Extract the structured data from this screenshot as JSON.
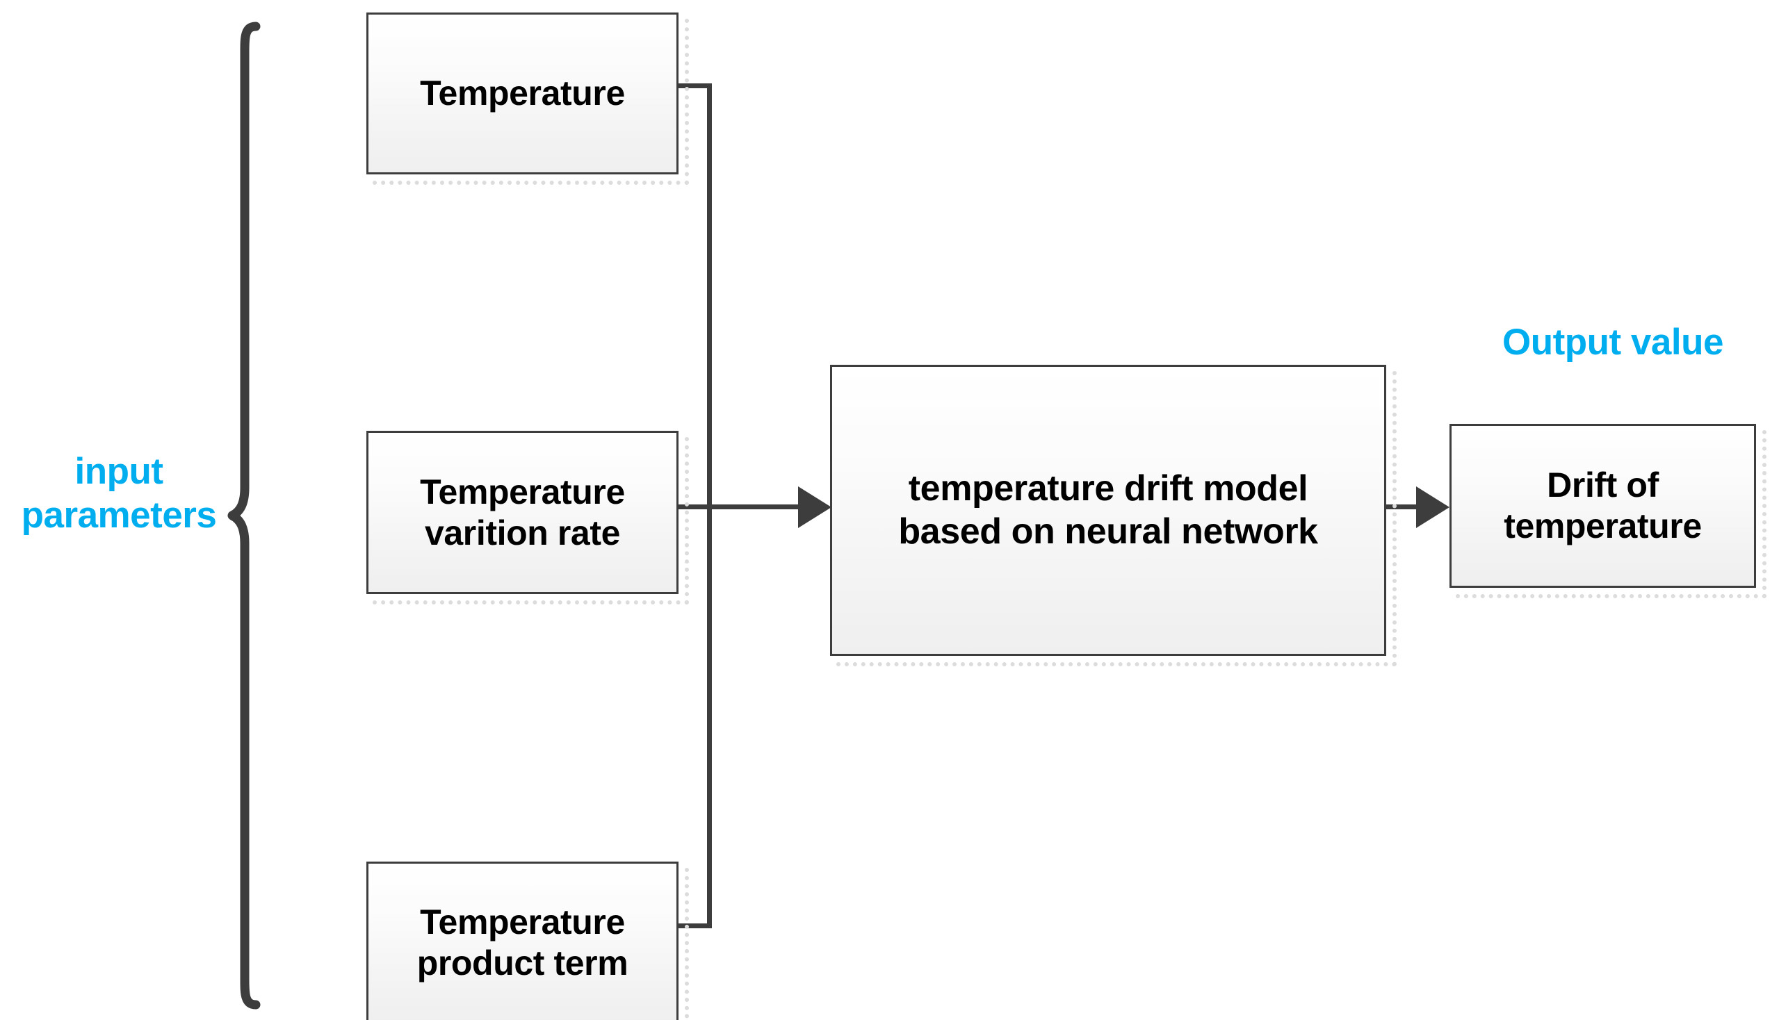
{
  "diagram": {
    "title": "temperature drift model flow diagram",
    "background_color": "#ffffff",
    "accent_color": "#00AEEF",
    "line_color": "#3d3d3d",
    "box_border_color": "#3d3d3d"
  },
  "annotations": {
    "input_group_label": "input\nparameters",
    "output_group_label": "Output value"
  },
  "inputs": [
    {
      "id": "temperature",
      "label": "Temperature"
    },
    {
      "id": "variation_rate",
      "label": "Temperature\nvarition rate"
    },
    {
      "id": "product_term",
      "label": "Temperature\nproduct term"
    }
  ],
  "model": {
    "label": "temperature drift model\nbased on neural network"
  },
  "output": {
    "label": "Drift of\ntemperature"
  },
  "connectors": [
    {
      "id": "inputs-to-model",
      "from": "input parameters",
      "to": "temperature drift model based on neural network",
      "arrow": true
    },
    {
      "id": "model-to-output",
      "from": "temperature drift model based on neural network",
      "to": "Drift of temperature",
      "arrow": true
    }
  ]
}
